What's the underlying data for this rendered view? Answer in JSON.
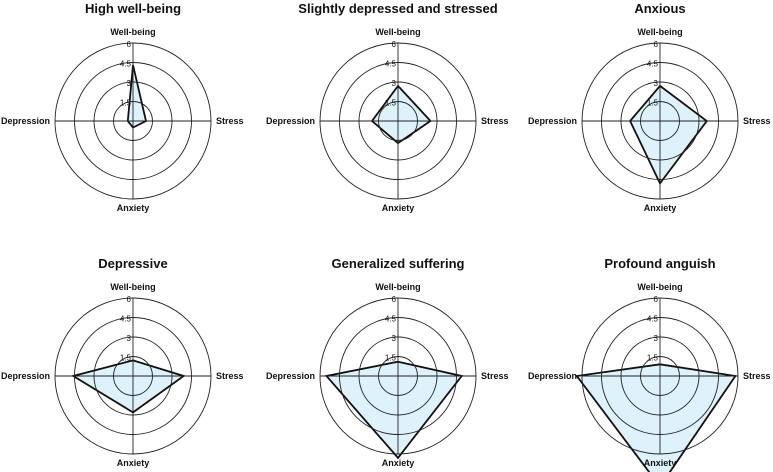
{
  "chart_data": [
    {
      "type": "radar",
      "title": "High well-being",
      "axes": [
        "Well-being",
        "Stress",
        "Anxiety",
        "Depression"
      ],
      "ticks": [
        "1.5",
        "3",
        "4.5",
        "6"
      ],
      "rmax": 6,
      "values": [
        4.3,
        1.0,
        0.5,
        0.4
      ],
      "fill_color": "#def2fb",
      "stroke_color": "#111111"
    },
    {
      "type": "radar",
      "title": "Slightly depressed and stressed",
      "axes": [
        "Well-being",
        "Stress",
        "Anxiety",
        "Depression"
      ],
      "ticks": [
        "1.5",
        "3",
        "4.5",
        "6"
      ],
      "rmax": 6,
      "values": [
        2.7,
        2.5,
        1.7,
        2.0
      ],
      "fill_color": "#def2fb",
      "stroke_color": "#111111"
    },
    {
      "type": "radar",
      "title": "Anxious",
      "axes": [
        "Well-being",
        "Stress",
        "Anxiety",
        "Depression"
      ],
      "ticks": [
        "1.5",
        "3",
        "4.5",
        "6"
      ],
      "rmax": 6,
      "values": [
        2.7,
        3.6,
        4.8,
        2.3
      ],
      "fill_color": "#def2fb",
      "stroke_color": "#111111"
    },
    {
      "type": "radar",
      "title": "Depressive",
      "axes": [
        "Well-being",
        "Stress",
        "Anxiety",
        "Depression"
      ],
      "ticks": [
        "1.5",
        "3",
        "4.5",
        "6"
      ],
      "rmax": 6,
      "values": [
        1.2,
        3.9,
        2.8,
        4.6
      ],
      "fill_color": "#def2fb",
      "stroke_color": "#111111"
    },
    {
      "type": "radar",
      "title": "Generalized suffering",
      "axes": [
        "Well-being",
        "Stress",
        "Anxiety",
        "Depression"
      ],
      "ticks": [
        "1.5",
        "3",
        "4.5",
        "6"
      ],
      "rmax": 6,
      "values": [
        1.1,
        4.9,
        6.3,
        5.5
      ],
      "fill_color": "#def2fb",
      "stroke_color": "#111111"
    },
    {
      "type": "radar",
      "title": "Profound anguish",
      "axes": [
        "Well-being",
        "Stress",
        "Anxiety",
        "Depression"
      ],
      "ticks": [
        "1.5",
        "3",
        "4.5",
        "6"
      ],
      "rmax": 6,
      "values": [
        0.9,
        5.8,
        8.5,
        6.4
      ],
      "fill_color": "#def2fb",
      "stroke_color": "#111111"
    }
  ]
}
